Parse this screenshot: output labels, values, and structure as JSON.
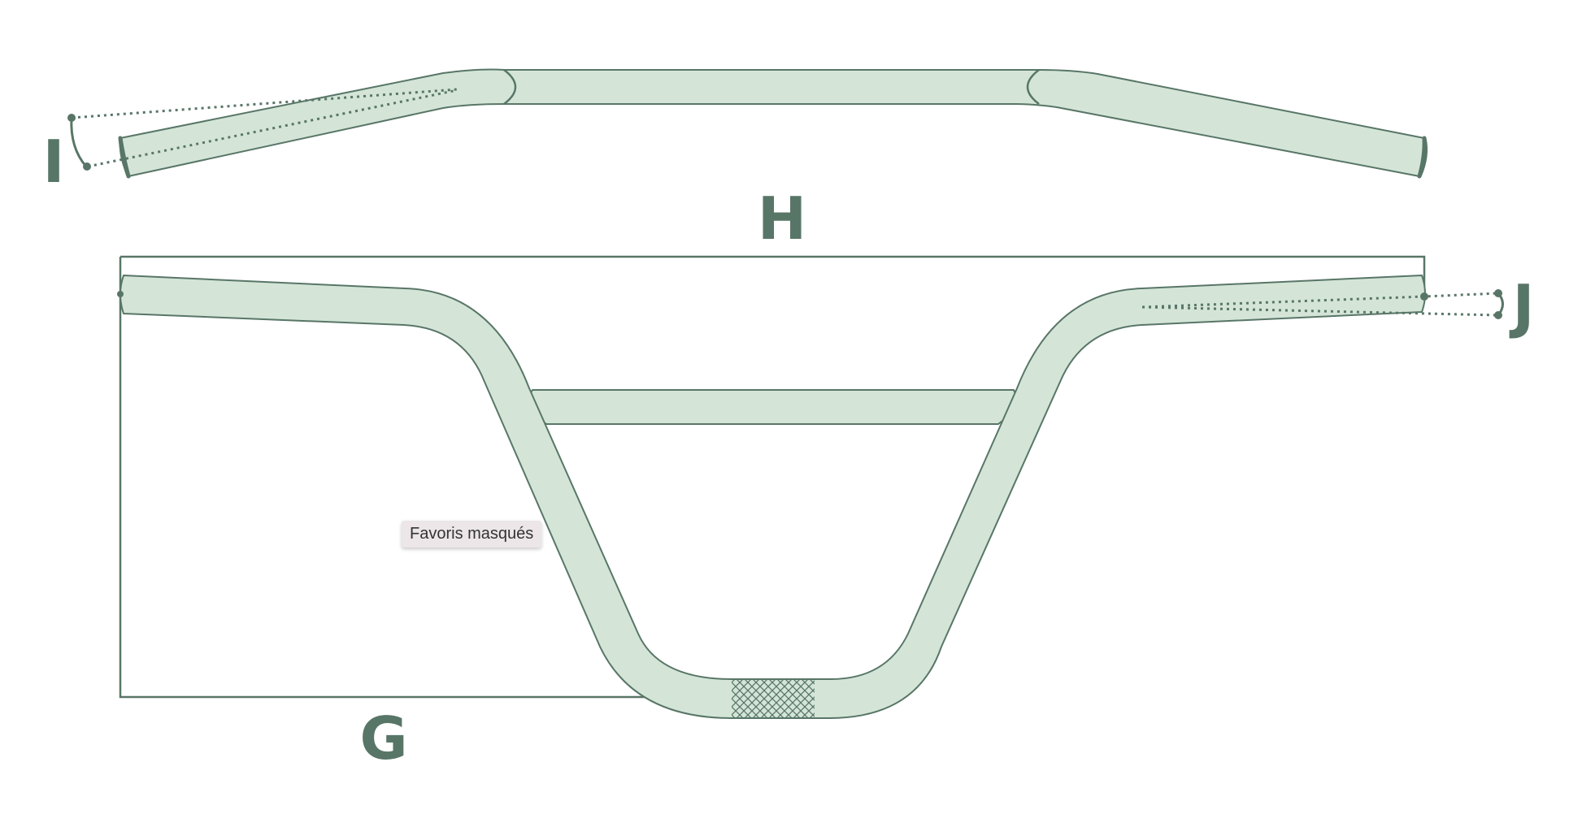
{
  "labels": {
    "i": "I",
    "h": "H",
    "j": "J",
    "g": "G"
  },
  "tooltip": {
    "text": "Favoris masqués"
  },
  "colors": {
    "tube_fill": "#d4e5d8",
    "outline": "#587667",
    "tooltip_bg": "#ece6e8",
    "tooltip_text": "#333333"
  }
}
